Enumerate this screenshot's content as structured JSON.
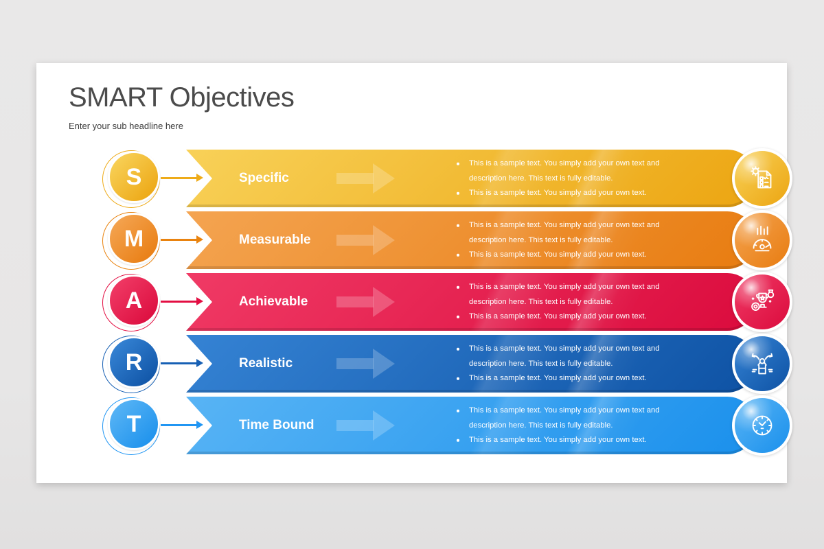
{
  "header": {
    "title": "SMART Objectives",
    "subtitle": "Enter your sub headline here"
  },
  "sample_bullets": {
    "item1": "This is a sample text. You simply add your own text and description here. This text is fully editable.",
    "item2": "This is a sample text. You simply add your own text."
  },
  "rows": [
    {
      "letter": "S",
      "label": "Specific",
      "icon": "checklist-gear-icon",
      "colors": {
        "light": "#f8d158",
        "dark": "#eca511",
        "accent": "#eeab19"
      }
    },
    {
      "letter": "M",
      "label": "Measurable",
      "icon": "speedometer-chart-icon",
      "colors": {
        "light": "#f4a451",
        "dark": "#e87c10",
        "accent": "#e9830f"
      }
    },
    {
      "letter": "A",
      "label": "Achievable",
      "icon": "trophy-award-icon",
      "colors": {
        "light": "#f03a65",
        "dark": "#db0b3d",
        "accent": "#e30e42"
      }
    },
    {
      "letter": "R",
      "label": "Realistic",
      "icon": "person-choice-arrows-icon",
      "colors": {
        "light": "#3583d4",
        "dark": "#0e52a4",
        "accent": "#1760b4"
      }
    },
    {
      "letter": "T",
      "label": "Time Bound",
      "icon": "clock-icon",
      "colors": {
        "light": "#58b4f5",
        "dark": "#1a90ec",
        "accent": "#2196f3"
      }
    }
  ]
}
